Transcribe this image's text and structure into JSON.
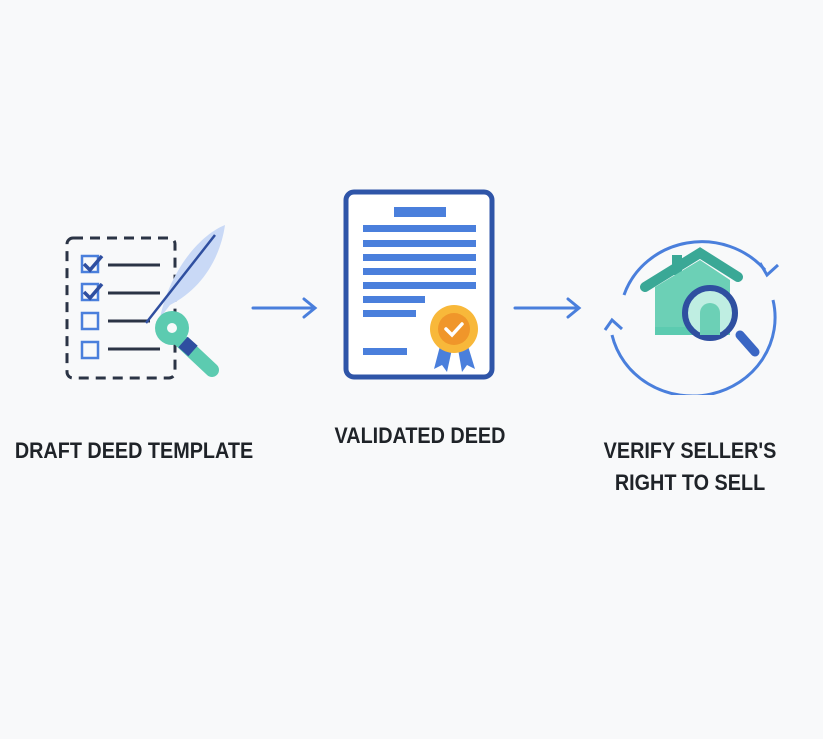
{
  "steps": [
    {
      "label": "DRAFT DEED TEMPLATE",
      "icon": "checklist-quill-magnifier-icon"
    },
    {
      "label": "VALIDATED DEED",
      "icon": "certified-document-icon"
    },
    {
      "label_lines": [
        "VERIFY SELLER'S",
        "RIGHT TO SELL"
      ],
      "icon": "house-search-cycle-icon"
    }
  ],
  "colors": {
    "blue": "#4a7fdc",
    "dark_blue": "#2f4fa0",
    "teal": "#5ccbb0",
    "navy": "#2b3445",
    "gold": "#f5a623",
    "background": "#f8f9fa"
  }
}
